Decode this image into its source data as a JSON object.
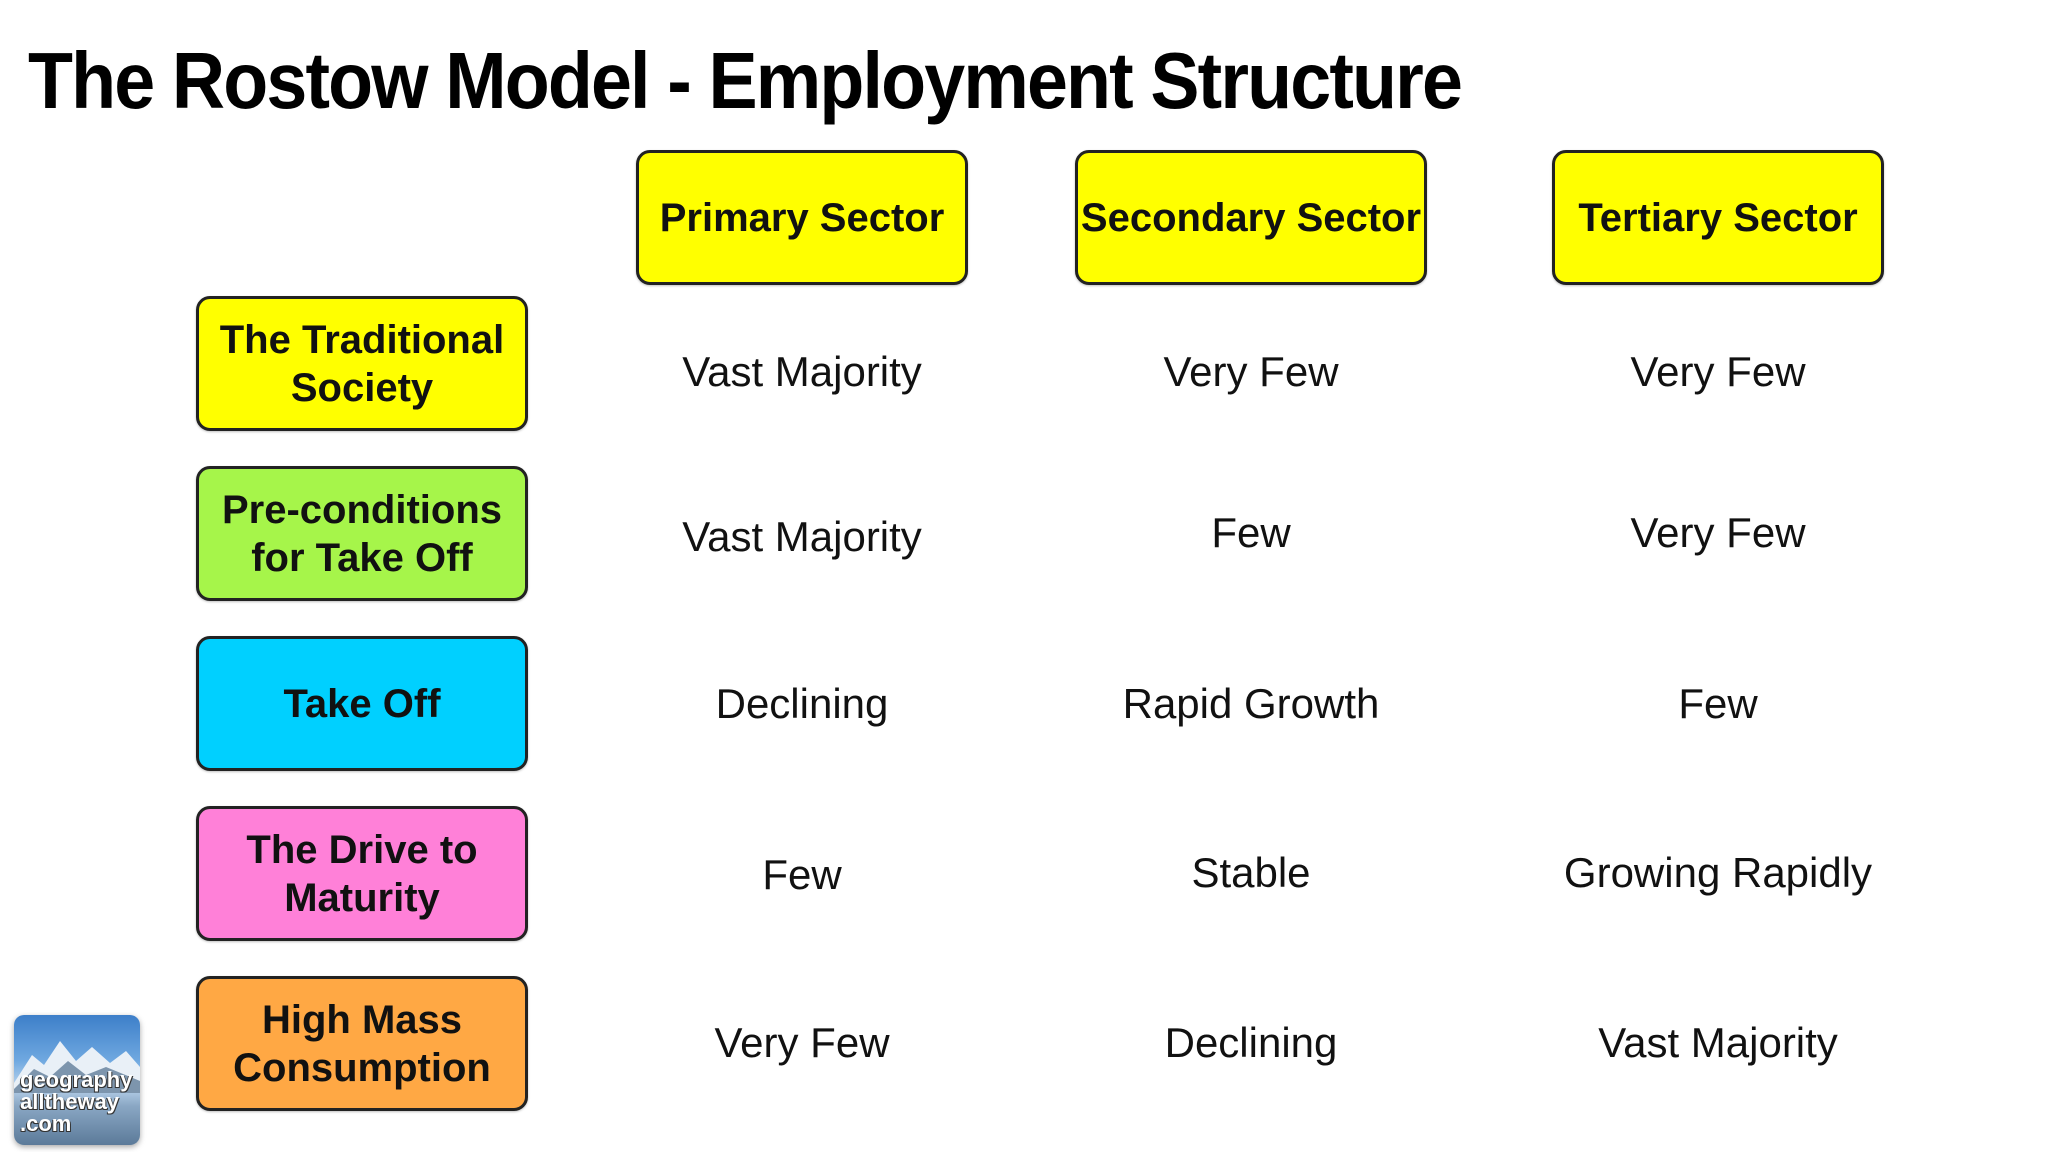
{
  "title": "The Rostow Model - Employment Structure",
  "headers": [
    {
      "label": "Primary Sector",
      "color": "#ffff00"
    },
    {
      "label": "Secondary Sector",
      "color": "#ffff00"
    },
    {
      "label": "Tertiary Sector",
      "color": "#ffff00"
    }
  ],
  "rows": [
    {
      "stage": [
        "The Traditional",
        "Society"
      ],
      "color": "#ffff00",
      "values": [
        "Vast Majority",
        "Very Few",
        "Very Few"
      ]
    },
    {
      "stage": [
        "Pre-conditions",
        "for Take Off"
      ],
      "color": "#a6f54a",
      "values": [
        "Vast Majority",
        "Few",
        "Very Few"
      ]
    },
    {
      "stage": [
        "Take Off",
        ""
      ],
      "color": "#00d0ff",
      "values": [
        "Declining",
        "Rapid Growth",
        "Few"
      ]
    },
    {
      "stage": [
        "The Drive to",
        "Maturity"
      ],
      "color": "#ff80d8",
      "values": [
        "Few",
        "Stable",
        "Growing Rapidly"
      ]
    },
    {
      "stage": [
        "High Mass",
        "Consumption"
      ],
      "color": "#ffa844",
      "values": [
        "Very Few",
        "Declining",
        "Vast Majority"
      ]
    }
  ],
  "logo": {
    "lines": [
      "geography",
      "alltheway",
      ".com"
    ],
    "icon": "mountain-icon"
  }
}
